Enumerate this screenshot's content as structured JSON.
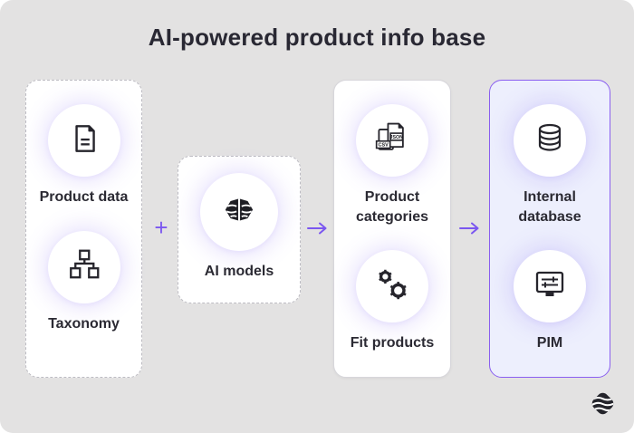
{
  "title": "AI-powered product info base",
  "colors": {
    "background": "#e3e2e2",
    "accent": "#7b57f0",
    "text": "#2b2a33",
    "highlight_card_bg": "#edeffd",
    "highlight_card_border": "#8a5ff0"
  },
  "cards": [
    {
      "id": "inputs",
      "style": "dashed-border",
      "items": [
        {
          "icon": "document-icon",
          "label": "Product data"
        },
        {
          "icon": "taxonomy-icon",
          "label": "Taxonomy"
        }
      ]
    },
    {
      "id": "ai-models",
      "style": "dashed-border",
      "items": [
        {
          "icon": "ai-brain-icon",
          "label": "AI models"
        }
      ]
    },
    {
      "id": "outputs",
      "style": "solid-border",
      "items": [
        {
          "icon": "json-csv-file-icon",
          "label": "Product categories"
        },
        {
          "icon": "gears-icon",
          "label": "Fit products"
        }
      ]
    },
    {
      "id": "destinations",
      "style": "highlighted",
      "items": [
        {
          "icon": "database-icon",
          "label": "Internal database"
        },
        {
          "icon": "monitor-sliders-icon",
          "label": "PIM"
        }
      ]
    }
  ],
  "connectors": [
    {
      "type": "plus",
      "symbol": "+"
    },
    {
      "type": "arrow-right"
    },
    {
      "type": "arrow-right"
    }
  ],
  "file_icon_labels": {
    "json": "JSON",
    "csv": "CSV"
  },
  "logo": "brand-logo"
}
